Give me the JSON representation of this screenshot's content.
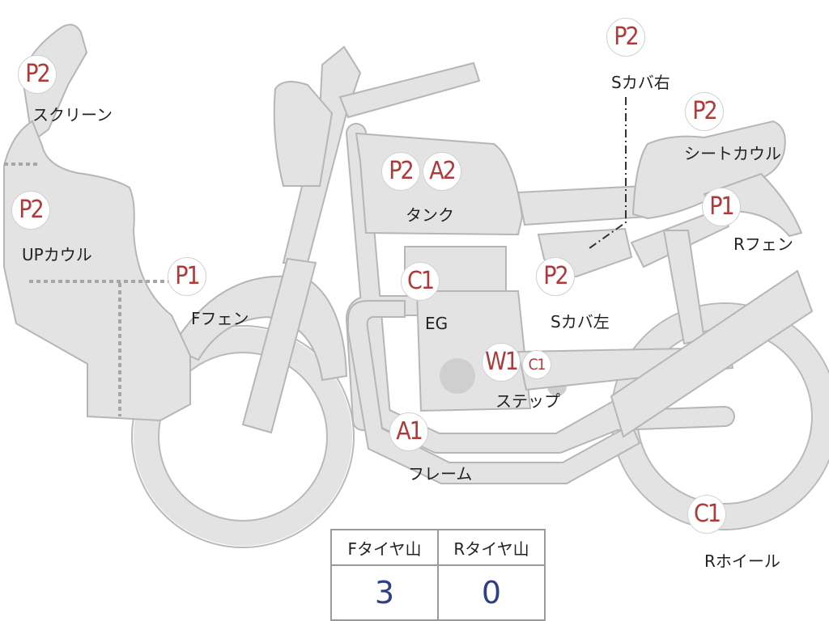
{
  "parts": {
    "screen": {
      "grade": "P2",
      "label": "スクリーン"
    },
    "up_cowl": {
      "grade": "P2",
      "label": "UPカウル"
    },
    "f_fender": {
      "grade": "P1",
      "label": "Fフェン"
    },
    "tank": {
      "grades": [
        "P2",
        "A2"
      ],
      "label": "タンク"
    },
    "engine": {
      "grade": "C1",
      "label": "EG"
    },
    "step": {
      "grade": "W1",
      "sub_grade": "C1",
      "label": "ステップ"
    },
    "frame": {
      "grade": "A1",
      "label": "フレーム"
    },
    "s_cover_r": {
      "grade": "P2",
      "label": "Sカバ右"
    },
    "seat_cowl": {
      "grade": "P2",
      "label": "シートカウル"
    },
    "r_fender": {
      "grade": "P1",
      "label": "Rフェン"
    },
    "s_cover_l": {
      "grade": "P2",
      "label": "Sカバ左"
    },
    "r_wheel": {
      "grade": "C1",
      "label": "Rホイール"
    }
  },
  "tire_tread": {
    "headers": [
      "Fタイヤ山",
      "Rタイヤ山"
    ],
    "values": [
      "3",
      "0"
    ]
  },
  "colors": {
    "grade_text": "#b03a3a",
    "tread_value": "#2e3f84",
    "part_fill": "#e3e3e3",
    "part_outline": "#b6b6b6"
  }
}
